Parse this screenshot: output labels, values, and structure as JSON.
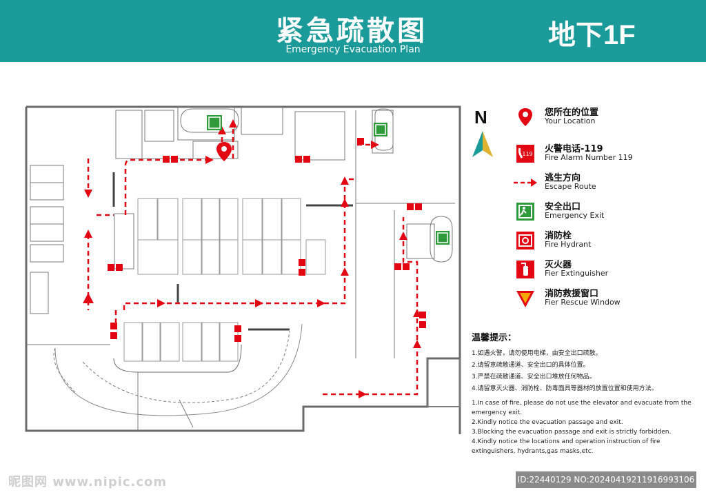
{
  "header": {
    "title_cn": "紧急疏散图",
    "title_en": "Emergency Evacuation Plan",
    "floor": "地下1F"
  },
  "compass": {
    "label": "N"
  },
  "legend": [
    {
      "icon": "location-pin-icon",
      "cn": "您所在的位置",
      "en": "Your Location"
    },
    {
      "icon": "fire-alarm-119-icon",
      "cn": "火警电话-119",
      "en": "Fire Alarm Number 119",
      "icon_text": "119"
    },
    {
      "icon": "escape-route-arrow-icon",
      "cn": "逃生方向",
      "en": "Escape Route"
    },
    {
      "icon": "emergency-exit-icon",
      "cn": "安全出口",
      "en": "Emergency Exit"
    },
    {
      "icon": "fire-hydrant-icon",
      "cn": "消防栓",
      "en": "Fire Hydrant"
    },
    {
      "icon": "fire-extinguisher-icon",
      "cn": "灭火器",
      "en": "Fier Extinguisher"
    },
    {
      "icon": "fire-rescue-window-icon",
      "cn": "消防救援窗口",
      "en": "Fier Rescue Window"
    }
  ],
  "tips": {
    "title": "温馨提示：",
    "cn": [
      "1.如遇火警，请勿使用电梯，由安全出口疏散。",
      "2.请留意疏散通道、安全出口的具体位置。",
      "3.严禁在疏散通道、安全出口堆放任何物品。",
      "4.请留意灭火器、消防栓、防毒面具等器材的放置位置和使用方法。"
    ],
    "en": [
      "1.In case of fire, please do not use the elevator and evacuate from the emergency exit.",
      "2.Kindly notice the evacuation passage and exit.",
      "3.Blocking the evacuation passage and exit is strictly forbidden.",
      "4.Kindly notice the locations and operation instruction of fire extinguishers, hydrants,gas masks,etc."
    ]
  },
  "watermark": "昵图网 www.nipic.com",
  "image_id": "ID:22440129 NO:20240419211916993106",
  "colors": {
    "teal": "#1a9a98",
    "red": "#e30613",
    "green": "#2f9a3a"
  }
}
